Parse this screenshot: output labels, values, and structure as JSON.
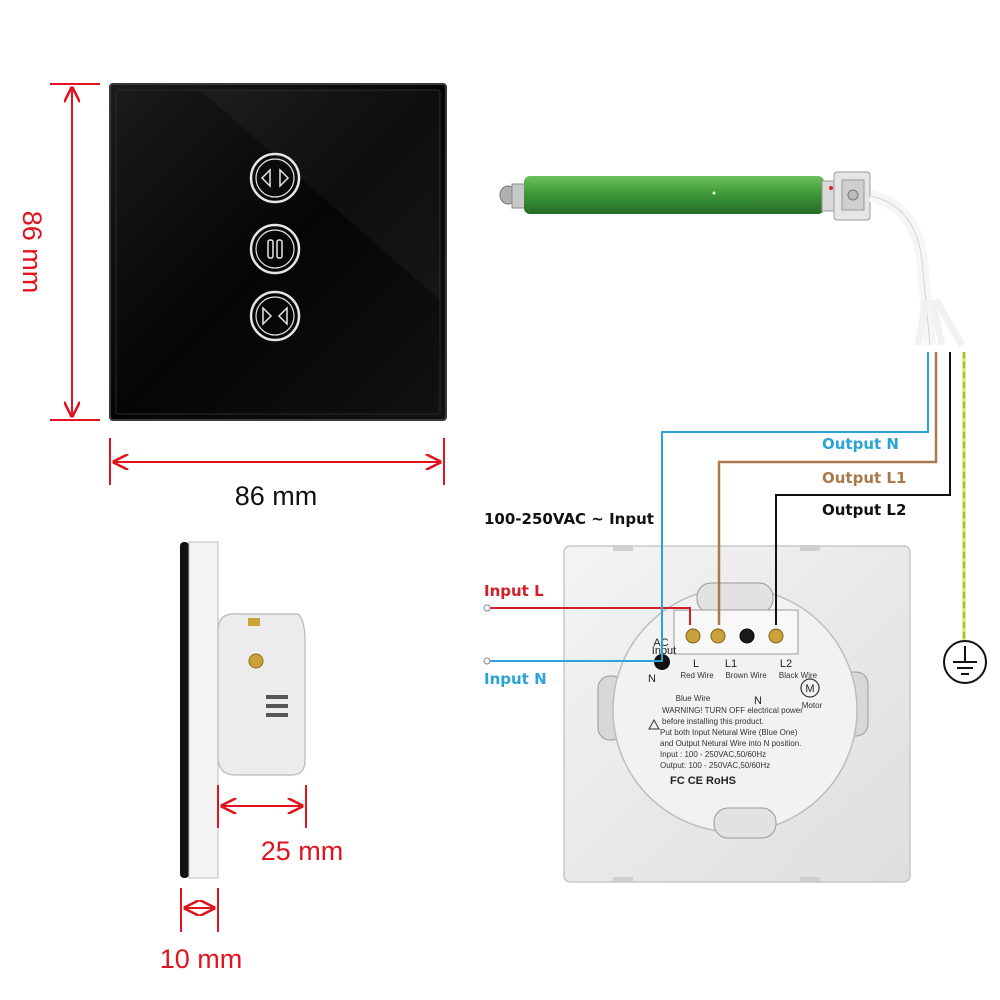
{
  "dimensions": {
    "height_label": "86 mm",
    "width_label": "86 mm",
    "depth_label": "25 mm",
    "glass_label": "10 mm"
  },
  "wiring": {
    "input_title": "100-250VAC ~ Input",
    "input_l": "Input L",
    "input_n": "Input N",
    "output_n": "Output N",
    "output_l1": "Output L1",
    "output_l2": "Output L2"
  },
  "module": {
    "ac_input": "AC",
    "ac_input2": "Input",
    "term_l": "L",
    "term_l1": "L1",
    "term_l2": "L2",
    "term_n_left": "N",
    "term_n": "N",
    "red_wire": "Red Wire",
    "brown_wire": "Brown Wire",
    "black_wire": "Black Wire",
    "blue_wire": "Blue Wire",
    "motor": "Motor",
    "motor_symbol": "M",
    "warning_1": "WARNING! TURN OFF electrical power",
    "warning_2": "before installing this product.",
    "warning_3": "Put both Input Netural Wire (Blue One)",
    "warning_4": "and Output Netural Wire into N position.",
    "warning_5": "Input : 100 - 250VAC,50/60Hz",
    "warning_6": "Output: 100 - 250VAC,50/60Hz",
    "cert": "FC CE RoHS"
  },
  "colors": {
    "dimension": "#e0141e",
    "input_l": "#d0202a",
    "neutral": "#2aa3d8",
    "l1": "#a9794b",
    "l2": "#111111",
    "earth": "#9ccf2a",
    "motor_tube": "#3f9a3a",
    "panel": "#0b0b0b"
  }
}
